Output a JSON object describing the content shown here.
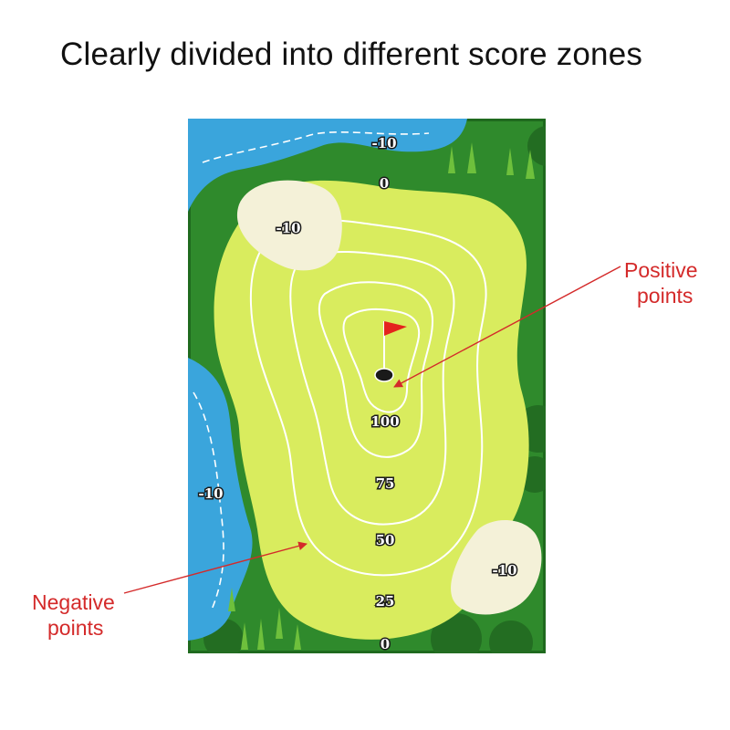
{
  "heading": "Clearly divided into different score zones",
  "callouts": {
    "positive": [
      "Positive",
      "points"
    ],
    "negative": [
      "Negative",
      "points"
    ]
  },
  "zones": {
    "water_top": "-10",
    "water_left": "-10",
    "bunker_top": "-10",
    "bunker_bottom": "-10",
    "rough_top": "0",
    "rough_bottom": "0",
    "ring_100": "100",
    "ring_75": "75",
    "ring_50": "50",
    "ring_25": "25"
  },
  "colors": {
    "rough": "#2f8a2c",
    "fairway": "#d9ec5e",
    "water": "#3aa5dc",
    "sand": "#f4f1d8",
    "flag": "#e4231d",
    "annotation": "#d42a2a"
  },
  "icons": [
    "flag-icon",
    "hole-icon",
    "tree-icon"
  ]
}
